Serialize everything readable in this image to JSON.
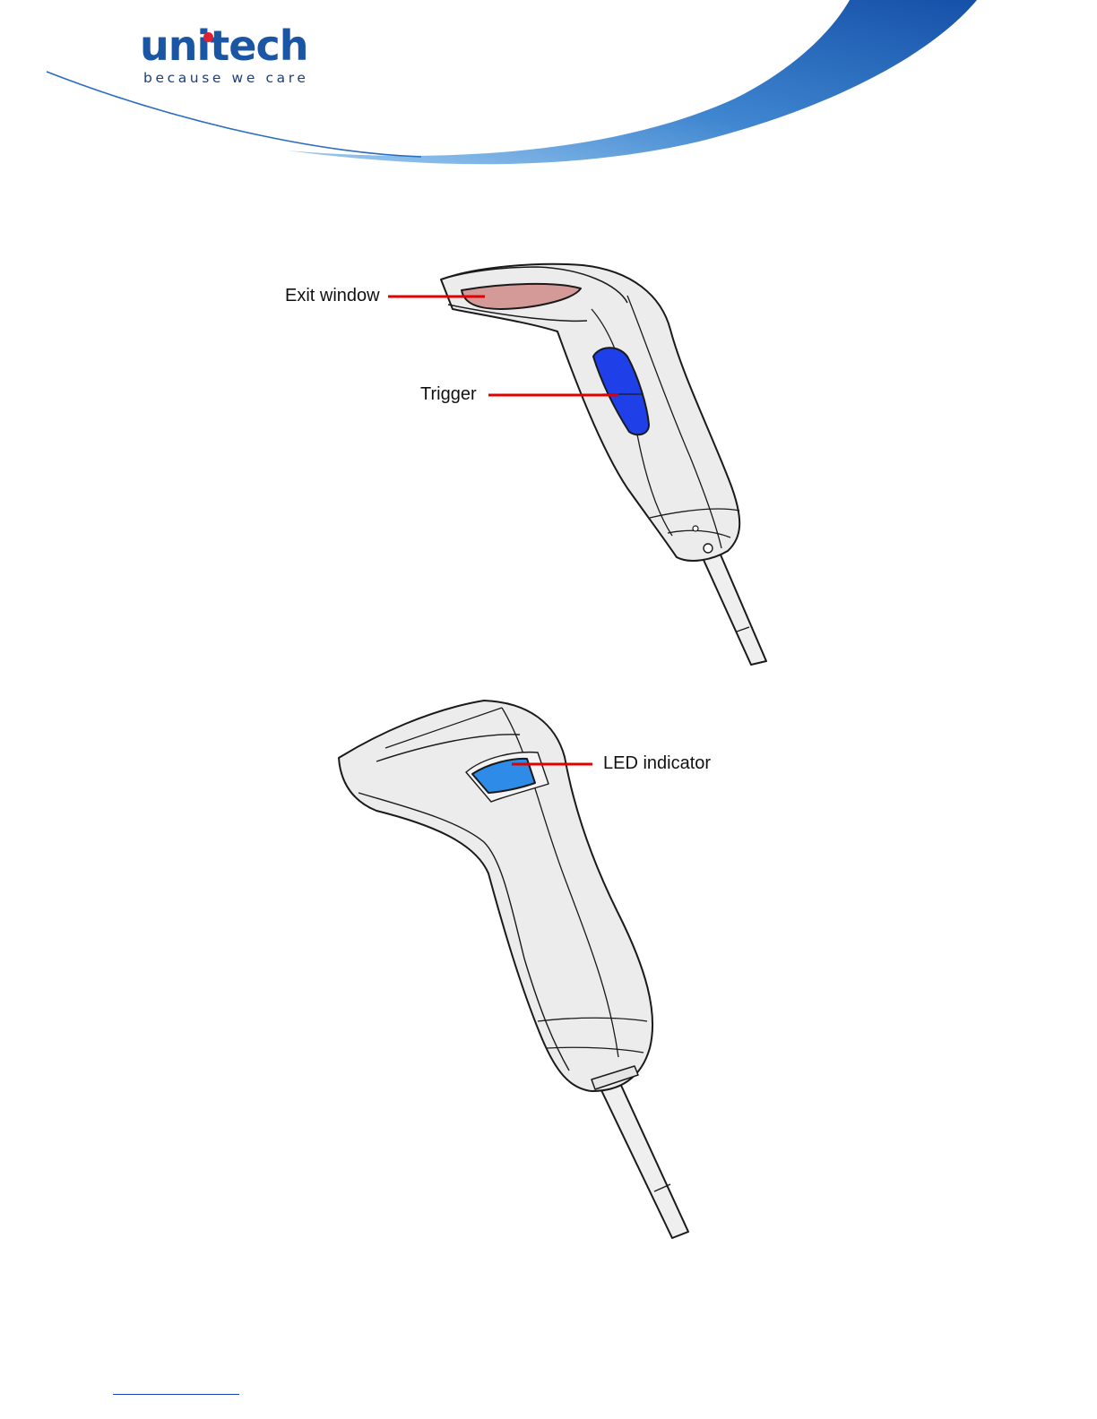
{
  "brand": {
    "name": "unitech",
    "tagline": "because we care",
    "colors": {
      "blue": "#1a56a4",
      "red_dot": "#e0202e",
      "swoosh": "#1d63b8"
    }
  },
  "callouts": {
    "exit_window": "Exit window",
    "trigger": "Trigger",
    "led_indicator": "LED indicator"
  },
  "colors": {
    "leader_line": "#e00000",
    "exit_window_fill": "#d49a98",
    "trigger_fill": "#1f3fe8",
    "led_fill": "#2e8be8",
    "scanner_body": "#ececec"
  }
}
